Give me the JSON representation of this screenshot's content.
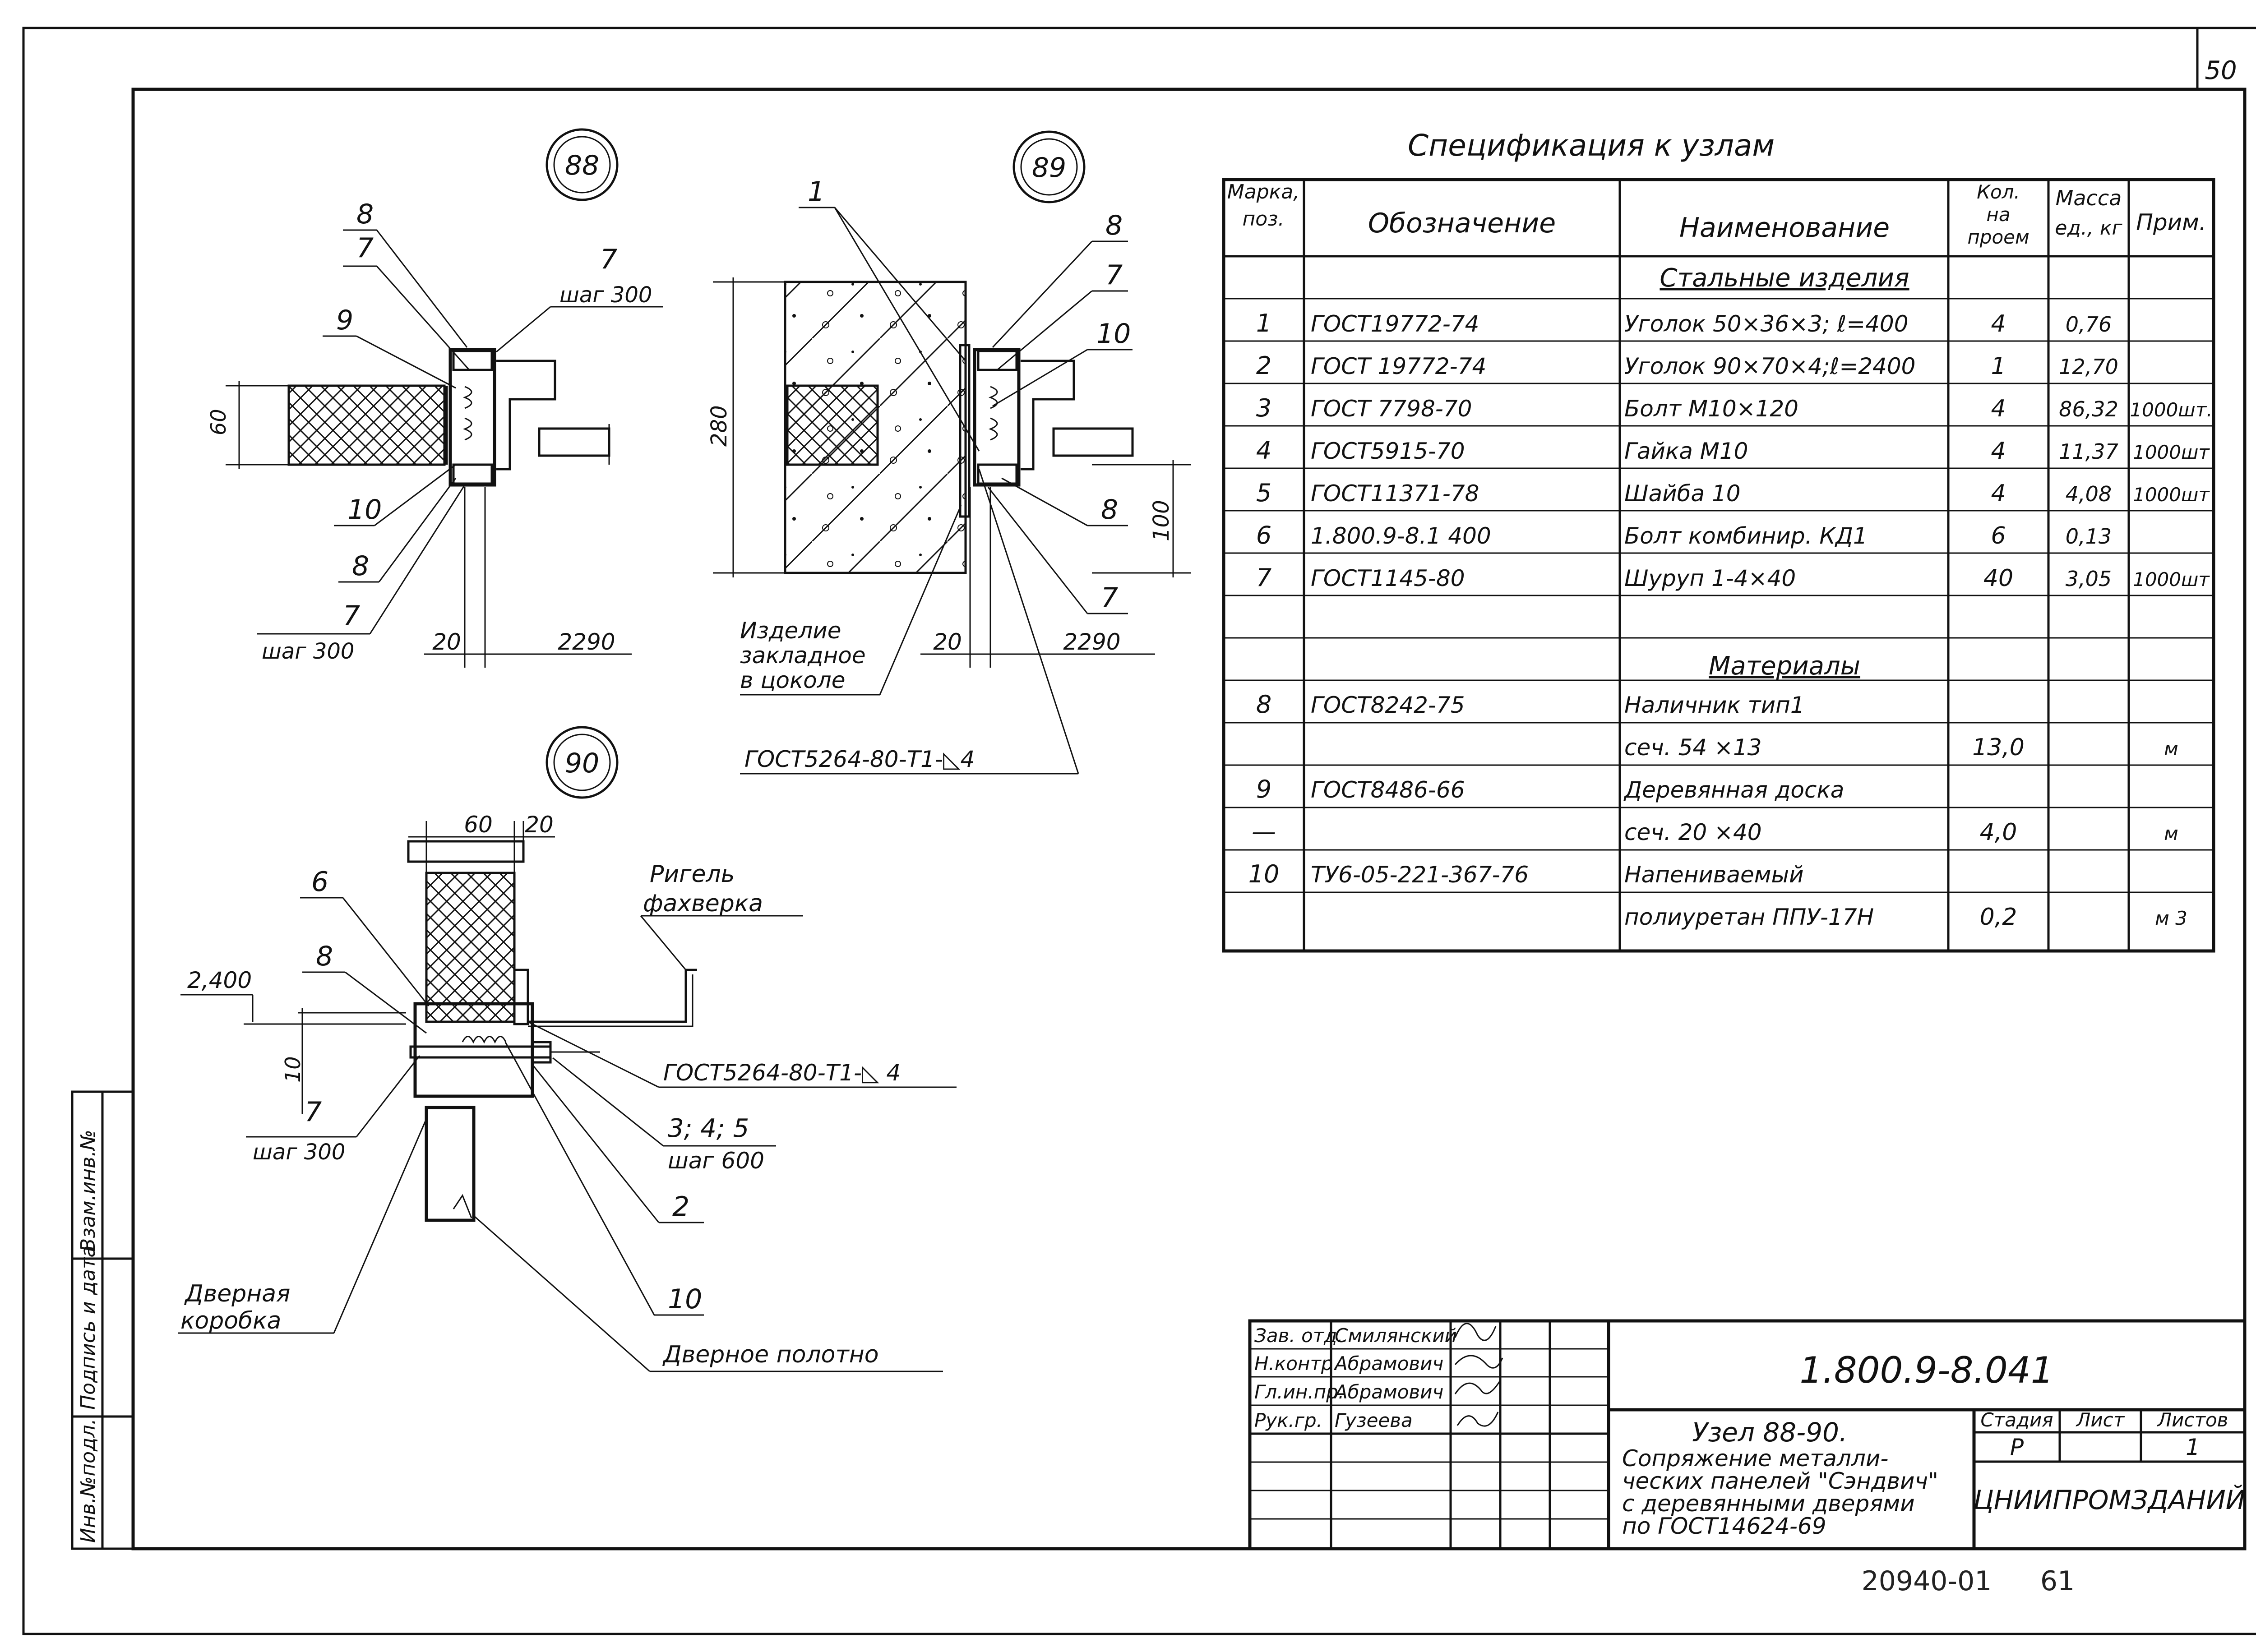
{
  "sheet_number": "50",
  "side_stamp": [
    "Инв.№подл.",
    "Подпись и дата",
    "Взам.инв.№"
  ],
  "nodes": {
    "n88": {
      "number": "88",
      "labels": [
        "8",
        "7",
        "9",
        "7",
        "10",
        "8",
        "7"
      ],
      "shag_top": "шаг 300",
      "shag_bottom": "шаг 300",
      "dim_60": "60",
      "dim_20": "20",
      "dim_2290": "2290"
    },
    "n89": {
      "number": "89",
      "labels": [
        "1",
        "8",
        "7",
        "10",
        "8",
        "7"
      ],
      "dim_280": "280",
      "dim_100": "100",
      "dim_20": "20",
      "dim_2290": "2290",
      "embedded": [
        "Изделие",
        "закладное",
        "в цоколе"
      ],
      "weld": "ГОСТ5264-80-Т1-◺4"
    },
    "n90": {
      "number": "90",
      "dim_60": "60",
      "dim_20": "20",
      "dim_2400": "2,400",
      "dim_10": "10",
      "labels": [
        "6",
        "8",
        "7",
        "2",
        "10"
      ],
      "shag_7": "шаг 300",
      "bolts": "3; 4; 5",
      "shag_bolts": "шаг 600",
      "rigel": [
        "Ригель",
        "фахверка"
      ],
      "weld": "ГОСТ5264-80-Т1-◺ 4",
      "door_frame": [
        "Дверная",
        "коробка"
      ],
      "door_leaf": "Дверное полотно"
    }
  },
  "spec": {
    "title": "Спецификация    к узлам",
    "headers": {
      "mark": [
        "Марка,",
        "поз."
      ],
      "designation": "Обозначение",
      "name": "Наименование",
      "qty": [
        "Кол.",
        "на",
        "проем"
      ],
      "mass": [
        "Масса",
        "ед., кг"
      ],
      "note": "Прим."
    },
    "section_steel": "Стальные изделия",
    "section_materials": "Материалы",
    "steel_rows": [
      {
        "pos": "1",
        "doc": "ГОСТ19772-74",
        "name": "Уголок 50×36×3; ℓ=400",
        "qty": "4",
        "mass": "0,76",
        "note": ""
      },
      {
        "pos": "2",
        "doc": "ГОСТ 19772-74",
        "name": "Уголок 90×70×4;ℓ=2400",
        "qty": "1",
        "mass": "12,70",
        "note": ""
      },
      {
        "pos": "3",
        "doc": "ГОСТ 7798-70",
        "name": "Болт М10×120",
        "qty": "4",
        "mass": "86,32",
        "note": "1000шт."
      },
      {
        "pos": "4",
        "doc": "ГОСТ5915-70",
        "name": "Гайка  М10",
        "qty": "4",
        "mass": "11,37",
        "note": "1000шт"
      },
      {
        "pos": "5",
        "doc": "ГОСТ11371-78",
        "name": "Шайба 10",
        "qty": "4",
        "mass": "4,08",
        "note": "1000шт"
      },
      {
        "pos": "6",
        "doc": "1.800.9-8.1 400",
        "name": "Болт комбинир. КД1",
        "qty": "6",
        "mass": "0,13",
        "note": ""
      },
      {
        "pos": "7",
        "doc": "ГОСТ1145-80",
        "name": "Шуруп 1-4×40",
        "qty": "40",
        "mass": "3,05",
        "note": "1000шт"
      }
    ],
    "material_rows": [
      {
        "pos": "8",
        "doc": "ГОСТ8242-75",
        "name": "Наличник  тип1",
        "qty": "",
        "mass": "",
        "note": ""
      },
      {
        "pos": "",
        "doc": "",
        "name": "сеч. 54 ×13",
        "qty": "13,0",
        "mass": "",
        "note": "м"
      },
      {
        "pos": "9",
        "doc": "ГОСТ8486-66",
        "name": "Деревянная  доска",
        "qty": "",
        "mass": "",
        "note": ""
      },
      {
        "pos": "—",
        "doc": "",
        "name": "сеч.  20 ×40",
        "qty": "4,0",
        "mass": "",
        "note": "м"
      },
      {
        "pos": "10",
        "doc": "ТУ6-05-221-367-76",
        "name": "Напениваемый",
        "qty": "",
        "mass": "",
        "note": ""
      },
      {
        "pos": "",
        "doc": "",
        "name": "полиуретан ППУ-17Н",
        "qty": "0,2",
        "mass": "",
        "note": "м 3"
      }
    ]
  },
  "title_block": {
    "roles": [
      {
        "role": "Зав. отд.",
        "name": "Смилянский"
      },
      {
        "role": "Н.контр.",
        "name": "Абрамович"
      },
      {
        "role": "Гл.ин.пр.",
        "name": "Абрамович"
      },
      {
        "role": "Рук.гр.",
        "name": "Гузеева"
      }
    ],
    "code": "1.800.9-8.041",
    "title_lines": [
      "Узел  88-90.",
      "Сопряжение металли-",
      "ческих панелей \"Сэндвич\"",
      "с деревянными  дверями",
      "по  ГОСТ14624-69"
    ],
    "stage_label": "Стадия",
    "sheet_label": "Лист",
    "sheets_label": "Листов",
    "stage": "Р",
    "sheets": "1",
    "org": "ЦНИИПРОМЗДАНИЙ"
  },
  "footer": {
    "archive": "20940-01",
    "page": "61"
  }
}
